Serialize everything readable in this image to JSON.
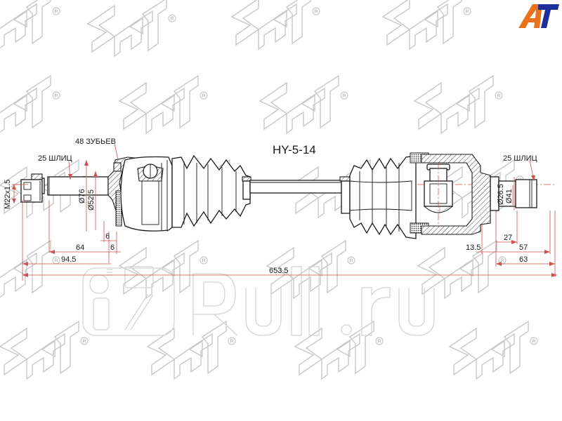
{
  "drawing": {
    "part_number": "HY-5-14",
    "subject": "CV drive shaft (half-axle) assembly",
    "watermark_brand": "SAT",
    "watermark_registered": "R",
    "watermark_site": "Ruli.ru"
  },
  "logo": {
    "text": "AT",
    "color_a": "#e8731c",
    "color_t": "#1e2f9a"
  },
  "annotations": {
    "left_spline": "25 ШЛИЦ",
    "abs_teeth": "48 ЗУБЬЕВ",
    "right_spline": "25 ШЛИЦ",
    "thread": "M22x1.5"
  },
  "dimensions": {
    "left_outer_diameter": "Ø76",
    "left_seal_diameter": "Ø52.5",
    "right_inner_diameter": "Ø26.5",
    "right_outer_diameter": "Ø41",
    "left_gap_1": "6",
    "left_gap_2": "6",
    "left_spline_length": "64",
    "left_stub_length": "94.5",
    "overall_length": "653.5",
    "right_offset": "13.5",
    "right_spline_length": "27",
    "right_stub_length": "57",
    "right_total_length": "63"
  },
  "colors": {
    "dimension_lines": "#d05050",
    "outline": "#1a1a1a",
    "watermark": "#c8c8c8"
  }
}
